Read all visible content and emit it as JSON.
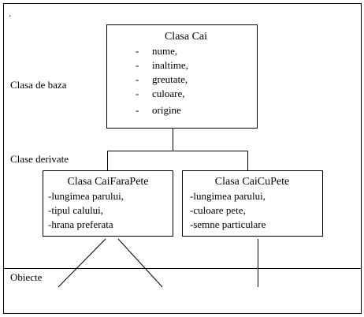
{
  "corner_mark": ".",
  "row_labels": {
    "base": "Clasa de baza",
    "derived": "Clase derivate",
    "objects": "Obiecte"
  },
  "base_class": {
    "title": "Clasa Cai",
    "dash": "-",
    "attributes": [
      "nume,",
      "inaltime,",
      "greutate,",
      "culoare,",
      "origine"
    ]
  },
  "derived_classes": [
    {
      "title": "Clasa CaiFaraPete",
      "attributes": [
        "-lungimea parului,",
        "-tipul calului,",
        "-hrana preferata"
      ]
    },
    {
      "title": "Clasa CaiCuPete",
      "attributes": [
        "-lungimea parului,",
        "-culoare pete,",
        "-semne particulare"
      ]
    }
  ]
}
